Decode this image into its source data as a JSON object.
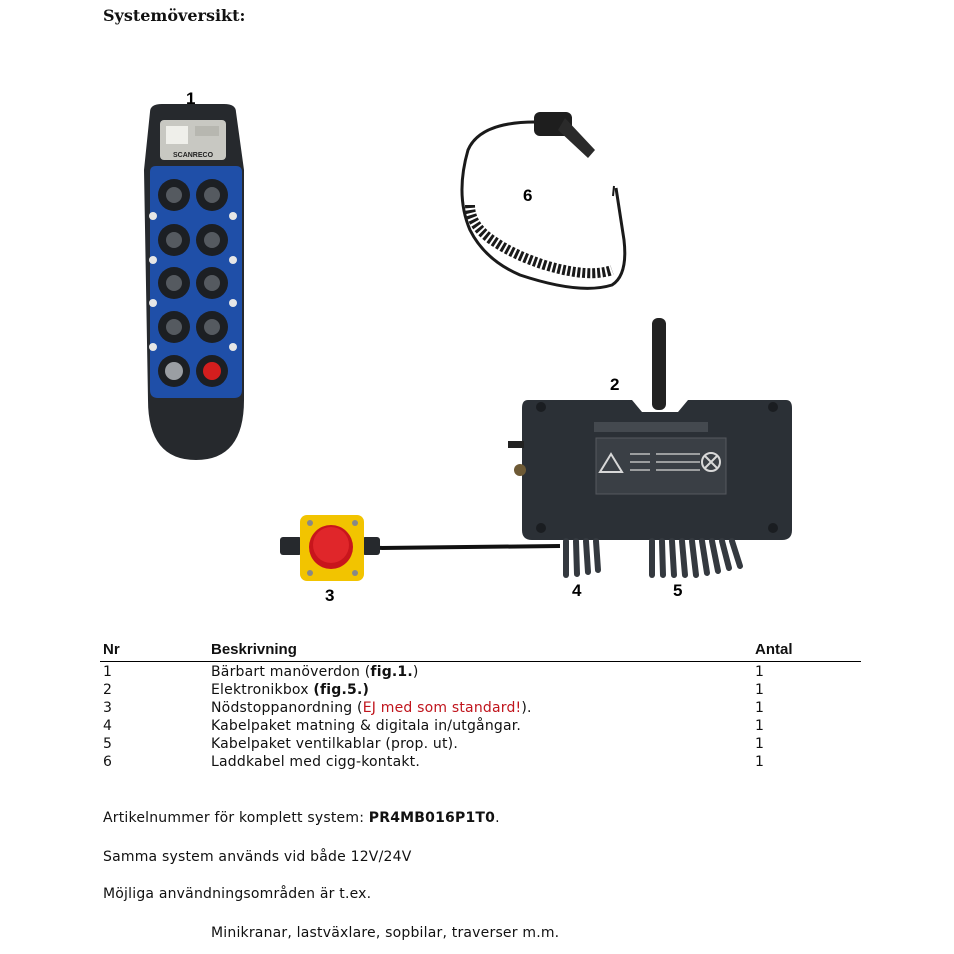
{
  "heading": "Systemöversikt:",
  "callouts": [
    "1",
    "2",
    "3",
    "4",
    "5",
    "6"
  ],
  "table": {
    "headers": {
      "nr": "Nr",
      "desc": "Beskrivning",
      "qty": "Antal"
    },
    "rows": [
      {
        "nr": "1",
        "pre": "Bärbart manöverdon (",
        "ref": "fig.1.",
        "post": ")",
        "qty": "1"
      },
      {
        "nr": "2",
        "pre": "Elektronikbox ",
        "ref": "(fig.5.)",
        "post": "",
        "qty": "1"
      },
      {
        "nr": "3",
        "pre": "Nödstoppanordning (",
        "red": "EJ med som standard!",
        "post": ").",
        "qty": "1"
      },
      {
        "nr": "4",
        "pre": "Kabelpaket matning & digitala in/utgångar.",
        "qty": "1"
      },
      {
        "nr": "5",
        "pre": "Kabelpaket ventilkablar (prop. ut).",
        "qty": "1"
      },
      {
        "nr": "6",
        "pre": "Laddkabel med cigg-kontakt.",
        "qty": "1"
      }
    ]
  },
  "article": {
    "prefix": "Artikelnummer för komplett system: ",
    "number": "PR4MB016P1T0",
    "suffix": "."
  },
  "voltage_text": "Samma system används vid både 12V/24V",
  "usage_intro": "Möjliga användningsområden är t.ex.",
  "usage_list": "Minikranar, lastväxlare, sopbilar, traverser m.m.",
  "remote_brand": "SCANRECO",
  "colors": {
    "callout": "#c8141c",
    "remote_blue": "#1f4fa8",
    "box_body": "#2b3036",
    "stop_yellow": "#f2c400",
    "stop_red": "#d41e1e"
  }
}
